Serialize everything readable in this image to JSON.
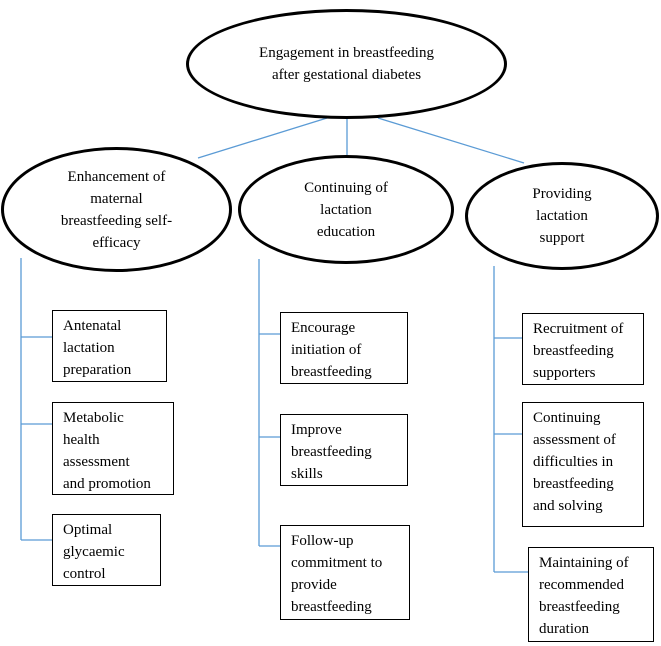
{
  "root": {
    "label": "Engagement in breastfeeding\nafter gestational diabetes"
  },
  "branches": [
    {
      "label": "Enhancement of\nmaternal\nbreastfeeding self-\nefficacy",
      "items": [
        "Antenatal\nlactation\npreparation",
        "Metabolic\nhealth\nassessment\nand promotion",
        "Optimal\nglycaemic\ncontrol"
      ]
    },
    {
      "label": "Continuing of\nlactation\neducation",
      "items": [
        "Encourage\ninitiation of\nbreastfeeding",
        "Improve\nbreastfeeding\nskills",
        "Follow-up\ncommitment to\nprovide\nbreastfeeding"
      ]
    },
    {
      "label": "Providing\nlactation\nsupport",
      "items": [
        "Recruitment of\nbreastfeeding\nsupporters",
        "Continuing\nassessment of\ndifficulties in\nbreastfeeding\nand solving",
        "Maintaining of\nrecommended\nbreastfeeding\nduration"
      ]
    }
  ],
  "colors": {
    "connector": "#5b9bd5",
    "outline": "#000000"
  }
}
